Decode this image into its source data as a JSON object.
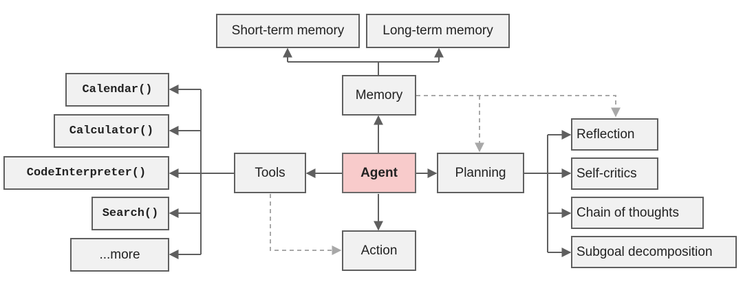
{
  "nodes": {
    "agent": "Agent",
    "memory": "Memory",
    "short_term_memory": "Short-term memory",
    "long_term_memory": "Long-term memory",
    "planning": "Planning",
    "reflection": "Reflection",
    "self_critics": "Self-critics",
    "chain_of_thoughts": "Chain of thoughts",
    "subgoal_decomposition": "Subgoal decomposition",
    "tools": "Tools",
    "calendar": "Calendar()",
    "calculator": "Calculator()",
    "code_interpreter": "CodeInterpreter()",
    "search": "Search()",
    "more": "...more",
    "action": "Action"
  },
  "colors": {
    "agent_fill": "#f8cbcb",
    "node_fill": "#f1f1f1",
    "solid_line": "#5f5f5f",
    "dashed_line": "#a8a8a8"
  }
}
